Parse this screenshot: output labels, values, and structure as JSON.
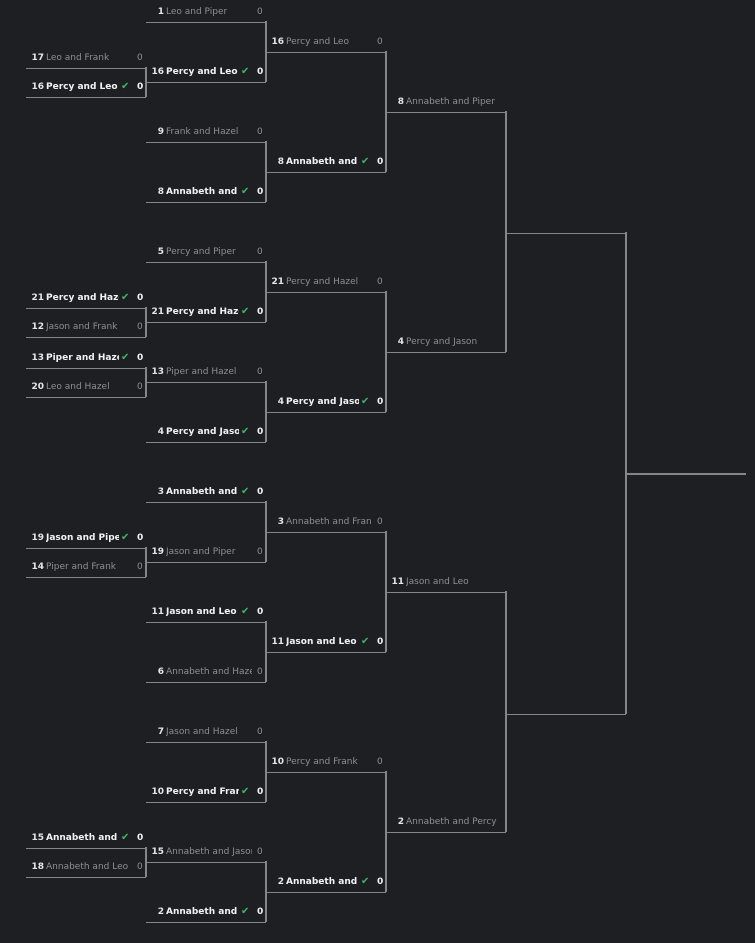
{
  "colors": {
    "background": "#1e1f23",
    "line": "#85868a",
    "winner_check": "#3fb16a"
  },
  "icons": {
    "winner": "check-icon"
  },
  "preliminary": [
    {
      "feeds": 1,
      "slots": [
        {
          "seed": "17",
          "name": "Leo and Frank",
          "score": "0",
          "winner": false
        },
        {
          "seed": "16",
          "name": "Percy and Leo",
          "score": "0",
          "winner": true
        }
      ]
    },
    {
      "feeds": 5,
      "slots": [
        {
          "seed": "21",
          "name": "Percy and Hazel",
          "score": "0",
          "winner": true
        },
        {
          "seed": "12",
          "name": "Jason and Frank",
          "score": "0",
          "winner": false
        }
      ]
    },
    {
      "feeds": 6,
      "slots": [
        {
          "seed": "13",
          "name": "Piper and Hazel",
          "score": "0",
          "winner": true
        },
        {
          "seed": "20",
          "name": "Leo and Hazel",
          "score": "0",
          "winner": false
        }
      ]
    },
    {
      "feeds": 9,
      "slots": [
        {
          "seed": "19",
          "name": "Jason and Piper",
          "score": "0",
          "winner": true
        },
        {
          "seed": "14",
          "name": "Piper and Frank",
          "score": "0",
          "winner": false
        }
      ]
    },
    {
      "feeds": 14,
      "slots": [
        {
          "seed": "15",
          "name": "Annabeth and Jason",
          "score": "0",
          "winner": true
        },
        {
          "seed": "18",
          "name": "Annabeth and Leo",
          "score": "0",
          "winner": false
        }
      ]
    }
  ],
  "rounds": [
    {
      "slots": [
        {
          "seed": "1",
          "name": "Leo and Piper",
          "score": "0",
          "winner": false
        },
        {
          "seed": "16",
          "name": "Percy and Leo",
          "score": "0",
          "winner": true
        },
        {
          "seed": "9",
          "name": "Frank and Hazel",
          "score": "0",
          "winner": false
        },
        {
          "seed": "8",
          "name": "Annabeth and Piper",
          "score": "0",
          "winner": true
        },
        {
          "seed": "5",
          "name": "Percy and Piper",
          "score": "0",
          "winner": false
        },
        {
          "seed": "21",
          "name": "Percy and Hazel",
          "score": "0",
          "winner": true
        },
        {
          "seed": "13",
          "name": "Piper and Hazel",
          "score": "0",
          "winner": false
        },
        {
          "seed": "4",
          "name": "Percy and Jason",
          "score": "0",
          "winner": true
        },
        {
          "seed": "3",
          "name": "Annabeth and Frank",
          "score": "0",
          "winner": true
        },
        {
          "seed": "19",
          "name": "Jason and Piper",
          "score": "0",
          "winner": false
        },
        {
          "seed": "11",
          "name": "Jason and Leo",
          "score": "0",
          "winner": true
        },
        {
          "seed": "6",
          "name": "Annabeth and Hazel",
          "score": "0",
          "winner": false
        },
        {
          "seed": "7",
          "name": "Jason and Hazel",
          "score": "0",
          "winner": false
        },
        {
          "seed": "10",
          "name": "Percy and Frank",
          "score": "0",
          "winner": true
        },
        {
          "seed": "15",
          "name": "Annabeth and Jason",
          "score": "0",
          "winner": false
        },
        {
          "seed": "2",
          "name": "Annabeth and Percy",
          "score": "0",
          "winner": true
        }
      ]
    },
    {
      "slots": [
        {
          "seed": "16",
          "name": "Percy and Leo",
          "score": "0",
          "winner": false
        },
        {
          "seed": "8",
          "name": "Annabeth and Piper",
          "score": "0",
          "winner": true
        },
        {
          "seed": "21",
          "name": "Percy and Hazel",
          "score": "0",
          "winner": false
        },
        {
          "seed": "4",
          "name": "Percy and Jason",
          "score": "0",
          "winner": true
        },
        {
          "seed": "3",
          "name": "Annabeth and Frank",
          "score": "0",
          "winner": false
        },
        {
          "seed": "11",
          "name": "Jason and Leo",
          "score": "0",
          "winner": true
        },
        {
          "seed": "10",
          "name": "Percy and Frank",
          "score": "0",
          "winner": false
        },
        {
          "seed": "2",
          "name": "Annabeth and Percy",
          "score": "0",
          "winner": true
        }
      ]
    },
    {
      "slots": [
        {
          "seed": "8",
          "name": "Annabeth and Piper"
        },
        {
          "seed": "4",
          "name": "Percy and Jason"
        },
        {
          "seed": "11",
          "name": "Jason and Leo"
        },
        {
          "seed": "2",
          "name": "Annabeth and Percy"
        }
      ]
    },
    {
      "slots": [
        {},
        {}
      ]
    }
  ]
}
